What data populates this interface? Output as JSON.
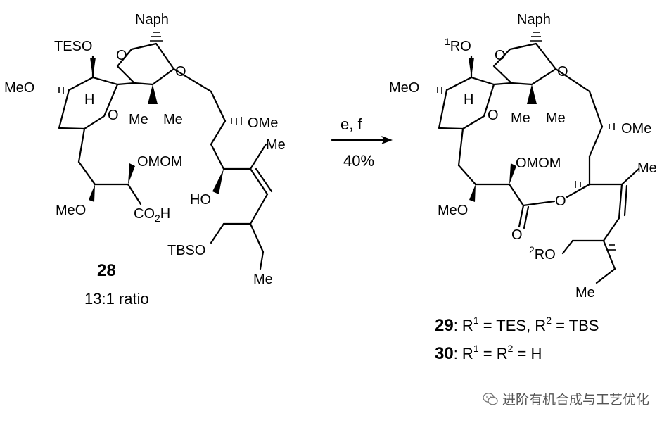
{
  "reaction": {
    "conditions": "e, f",
    "yield": "40%"
  },
  "starting_material": {
    "number": "28",
    "ratio": "13:1 ratio",
    "labels": {
      "naph": "Naph",
      "tes": "TESO",
      "meo_top": "MeO",
      "h": "H",
      "o_ring": "O",
      "o1": "O",
      "o2": "O",
      "me1": "Me",
      "me2": "Me",
      "ome": "OMe",
      "me_alkene": "Me",
      "omom": "OMOM",
      "ho": "HO",
      "meo_bot": "MeO",
      "co2h": "CO",
      "co2h_sub": "2",
      "co2h_end": "H",
      "tbso": "TBSO",
      "me_end": "Me"
    }
  },
  "product": {
    "labels": {
      "naph": "Naph",
      "r1_sup": "1",
      "r1": "RO",
      "meo_top": "MeO",
      "h": "H",
      "o_ring": "O",
      "o1": "O",
      "o2": "O",
      "me1": "Me",
      "me2": "Me",
      "ome": "OMe",
      "omom": "OMOM",
      "me_alkene": "Me",
      "meo_bot": "MeO",
      "o_lactone": "O",
      "o_carbonyl": "O",
      "r2_sup": "2",
      "r2": "RO",
      "me_end": "Me"
    },
    "compounds": [
      {
        "number": "29",
        "text_a": ": R",
        "sup_a": "1",
        "text_b": " = TES, R",
        "sup_b": "2",
        "text_c": " = TBS"
      },
      {
        "number": "30",
        "text_a": ": R",
        "sup_a": "1",
        "text_b": " = R",
        "sup_b": "2",
        "text_c": " = H"
      }
    ]
  },
  "watermark": {
    "icon": "wechat-icon",
    "text": "进阶有机合成与工艺优化"
  }
}
